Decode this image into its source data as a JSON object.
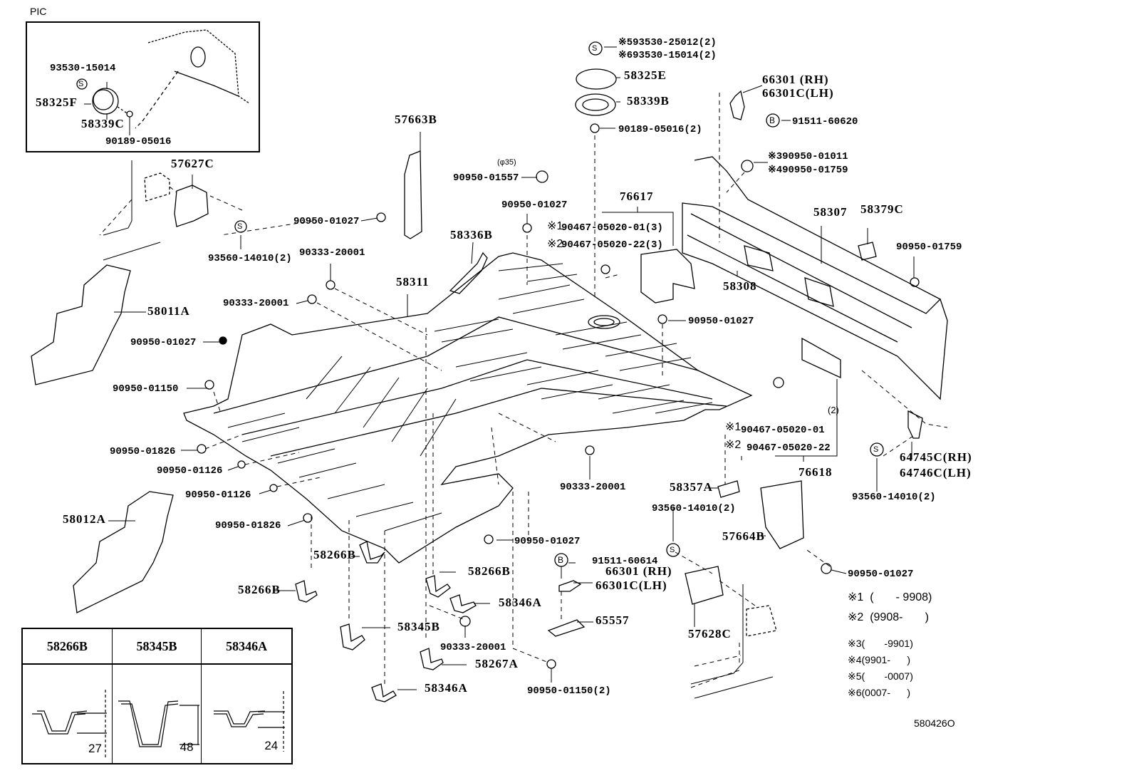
{
  "pic_label": "PIC",
  "inset": {
    "labels": [
      "93530-15014",
      "58325F",
      "58339C",
      "90189-05016"
    ]
  },
  "labels": {
    "p57627C": "57627C",
    "p93560_14010_a": "93560-14010(2)",
    "p58011A": "58011A",
    "p90950_01027_a": "90950-01027",
    "p90950_01150_a": "90950-01150",
    "p90950_01826_a": "90950-01826",
    "p90950_01126_a": "90950-01126",
    "p90950_01126_b": "90950-01126",
    "p90950_01826_b": "90950-01826",
    "p58012A": "58012A",
    "p57663B": "57663B",
    "p90950_01027_b": "90950-01027",
    "p90333_20001_a": "90333-20001",
    "p90333_20001_b": "90333-20001",
    "p58311": "58311",
    "p58336B": "58336B",
    "phi35": "(φ35)",
    "p90950_01557": "90950-01557",
    "p90950_01027_c": "90950-01027",
    "p93530_25012": "※593530-25012(2)",
    "p93530_15014": "※693530-15014(2)",
    "p58325E": "58325E",
    "p58339B": "58339B",
    "p90189_05016": "90189-05016(2)",
    "p76617": "76617",
    "p90467_01_3": "90467-05020-01(3)",
    "p90467_22_3": "90467-05020-22(3)",
    "mark1": "※1",
    "mark2": "※2",
    "p66301_rh_a": "66301  (RH)",
    "p66301c_lh_a": "66301C(LH)",
    "p91511_60620": "91511-60620",
    "p90950_01011": "※390950-01011",
    "p90950_01759_a": "※490950-01759",
    "p58307": "58307",
    "p58379C": "58379C",
    "p90950_01759_b": "90950-01759",
    "p58308": "58308",
    "p90950_01027_d": "90950-01027",
    "p2": "(2)",
    "mark1b": "※1",
    "mark2b": "※2",
    "p90467_01": "90467-05020-01",
    "p90467_22": "90467-05020-22",
    "p76618": "76618",
    "p64745C": "64745C(RH)",
    "p64746C": "64746C(LH)",
    "p93560_14010_b": "93560-14010(2)",
    "p90333_20001_c": "90333-20001",
    "p58357A": "58357A",
    "p93560_14010_c": "93560-14010(2)",
    "p57664B": "57664B",
    "p90950_01027_e": "90950-01027",
    "p90950_01027_f": "90950-01027",
    "p91511_60614": "91511-60614",
    "p66301_rh_b": "66301  (RH)",
    "p66301c_lh_b": "66301C(LH)",
    "p65557": "65557",
    "p57628C": "57628C",
    "p58266B_a": "58266B",
    "p58266B_b": "58266B",
    "p58266B_c": "58266B",
    "p58346A_a": "58346A",
    "p58345B": "58345B",
    "p90333_20001_d": "90333-20001",
    "p58267A": "58267A",
    "p58346A_b": "58346A",
    "p90950_01150_b": "90950-01150(2)"
  },
  "notes": [
    "※1  (       - 9908)",
    "※2  (9908-       )",
    "※3(       -9901)",
    "※4(9901-      )",
    "※5(       -0007)",
    "※6(0007-      )"
  ],
  "symbols": {
    "s": "S",
    "b": "B"
  },
  "table": {
    "headers": [
      "58266B",
      "58345B",
      "58346A"
    ],
    "dims": [
      "27",
      "48",
      "24"
    ]
  },
  "diagram_id": "580426O"
}
